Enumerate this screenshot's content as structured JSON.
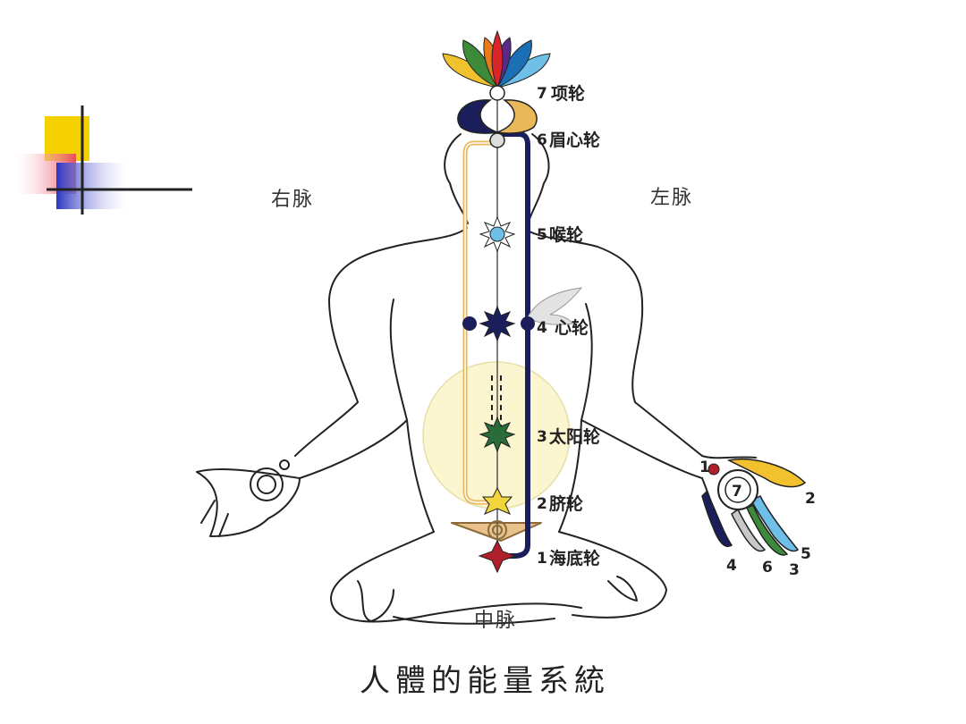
{
  "nadis": {
    "right": "右脉",
    "left": "左脉",
    "central": "中脉"
  },
  "chakras": [
    {
      "num": "7",
      "name": "项轮"
    },
    {
      "num": "6",
      "name": "眉心轮"
    },
    {
      "num": "5",
      "name": "喉轮"
    },
    {
      "num": "4",
      "name": "心轮"
    },
    {
      "num": "3",
      "name": "太阳轮"
    },
    {
      "num": "2",
      "name": "脐轮"
    },
    {
      "num": "1",
      "name": "海底轮"
    }
  ],
  "hand_numbers": [
    "1",
    "2",
    "3",
    "4",
    "5",
    "6",
    "7"
  ],
  "title": "人體的能量系統",
  "colors": {
    "left_channel": "#1a1f5c",
    "right_channel": "#e8b85a",
    "solar_aura": "#fbf6cf",
    "crown_lotus": [
      "#f2c12e",
      "#3c8a3a",
      "#d8242a",
      "#1a6fb5",
      "#5a2a8a",
      "#6ec0e8"
    ]
  }
}
